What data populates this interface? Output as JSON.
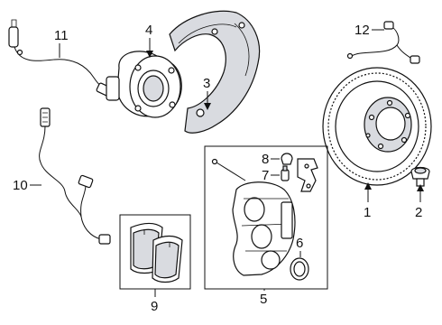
{
  "diagram": {
    "callouts": [
      {
        "id": "p1",
        "label": "1"
      },
      {
        "id": "p2",
        "label": "2"
      },
      {
        "id": "p3",
        "label": "3"
      },
      {
        "id": "p4",
        "label": "4"
      },
      {
        "id": "p5",
        "label": "5"
      },
      {
        "id": "p6",
        "label": "6"
      },
      {
        "id": "p7",
        "label": "7"
      },
      {
        "id": "p8",
        "label": "8"
      },
      {
        "id": "p9",
        "label": "9"
      },
      {
        "id": "p10",
        "label": "10"
      },
      {
        "id": "p11",
        "label": "11"
      },
      {
        "id": "p12",
        "label": "12"
      }
    ],
    "parts": [
      {
        "callout": "1",
        "icon": "brake-rotor-icon"
      },
      {
        "callout": "2",
        "icon": "wheel-bolt-icon"
      },
      {
        "callout": "3",
        "icon": "splash-shield-icon"
      },
      {
        "callout": "4",
        "icon": "hub-bearing-icon"
      },
      {
        "callout": "5",
        "icon": "caliper-icon"
      },
      {
        "callout": "6",
        "icon": "seal-ring-icon"
      },
      {
        "callout": "7",
        "icon": "bleeder-screw-icon"
      },
      {
        "callout": "8",
        "icon": "dust-cap-icon"
      },
      {
        "callout": "9",
        "icon": "brake-pads-icon"
      },
      {
        "callout": "10",
        "icon": "wear-sensor-icon"
      },
      {
        "callout": "11",
        "icon": "abs-sensor-icon"
      },
      {
        "callout": "12",
        "icon": "sensor-wire-icon"
      }
    ]
  }
}
